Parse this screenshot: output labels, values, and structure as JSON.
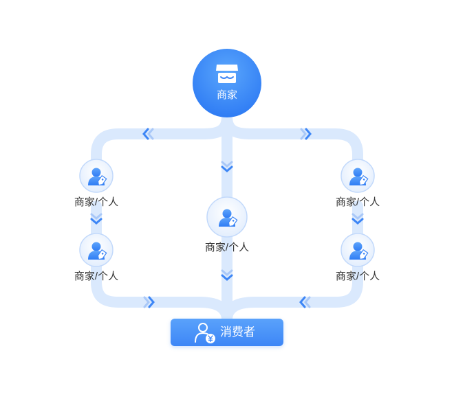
{
  "diagram": {
    "top_node": {
      "label": "商家",
      "icon": "storefront-icon"
    },
    "left_column": [
      {
        "label": "商家/个人",
        "icon": "merchant-person-icon"
      },
      {
        "label": "商家/个人",
        "icon": "merchant-person-icon"
      }
    ],
    "middle_node": {
      "label": "商家/个人",
      "icon": "merchant-person-icon"
    },
    "right_column": [
      {
        "label": "商家/个人",
        "icon": "merchant-person-icon"
      },
      {
        "label": "商家/个人",
        "icon": "merchant-person-icon"
      }
    ],
    "bottom_node": {
      "label": "消费者",
      "icon": "consumer-yuan-icon"
    }
  },
  "colors": {
    "primary": "#3d86f6",
    "primary_light": "#5aa2fb",
    "path": "#d9e8fd",
    "node_fill": "#eef5ff",
    "node_border": "#bcd6fb",
    "text": "#333333"
  }
}
